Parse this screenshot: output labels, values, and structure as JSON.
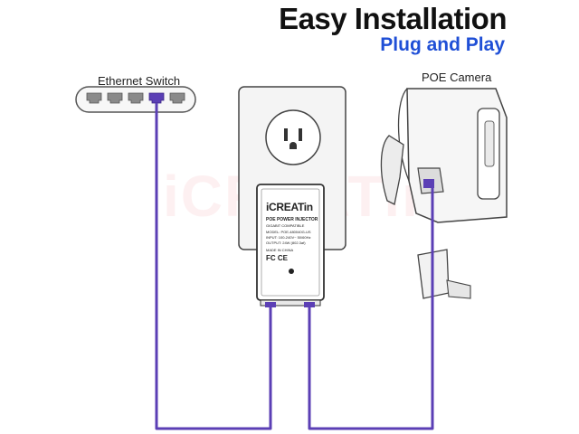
{
  "header": {
    "title": "Easy Installation",
    "subtitle": "Plug and Play"
  },
  "labels": {
    "switch": "Ethernet Switch",
    "camera": "POE Camera"
  },
  "watermark": "iCREATin",
  "injector": {
    "brand": "iCREATin",
    "product": "POE POWER INJECTOR",
    "compat": "GIGABIT COMPATIBLE",
    "model": "MODEL: POE-480040G-US",
    "input": "INPUT: 100-240V~ 50/60Hz",
    "output": "OUTPUT: 24W (802.3af)",
    "made_in": "MADE IN CHINA",
    "marks": "FC CE"
  },
  "colors": {
    "cable": "#5b3fb5",
    "title": "#111111",
    "subtitle": "#1f4fd6",
    "outline": "#333333"
  }
}
